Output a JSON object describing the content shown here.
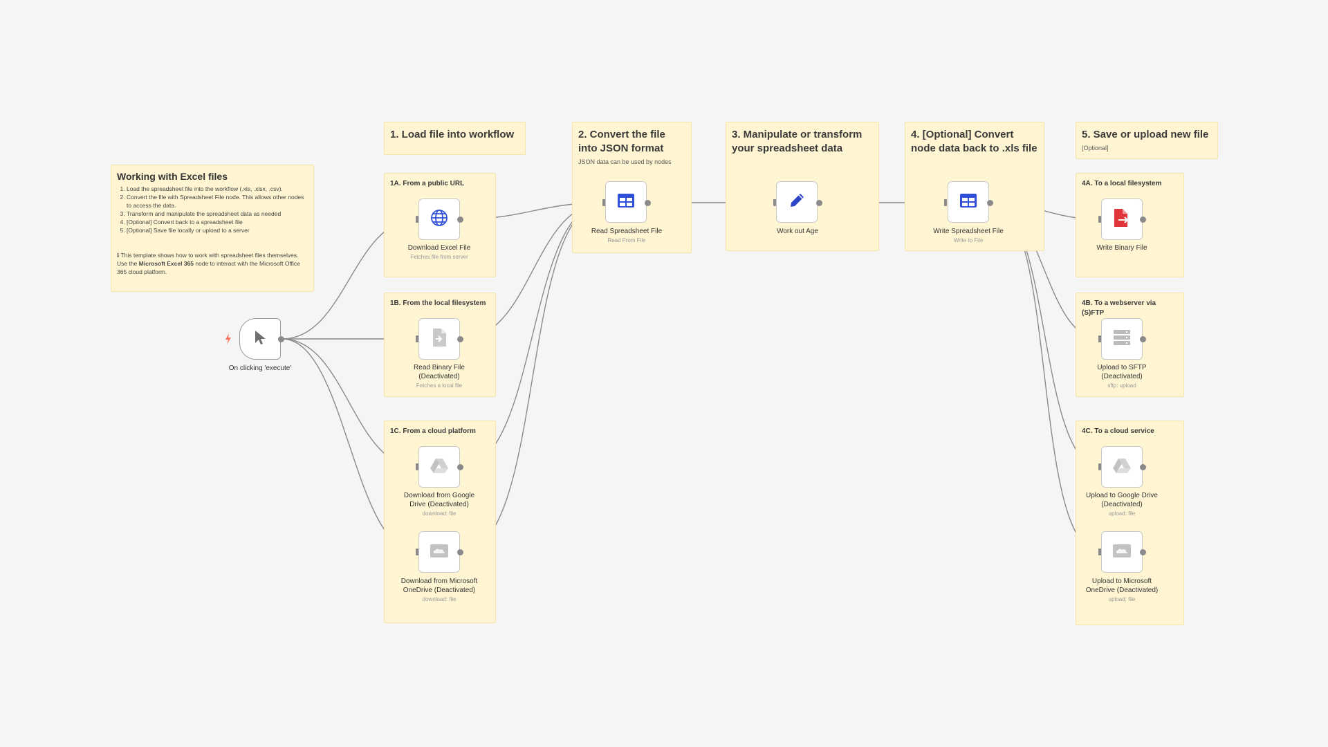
{
  "intro_note": {
    "title": "Working with Excel files",
    "steps": [
      "Load the spreadsheet file into the workflow (.xls, .xlsx, .csv).",
      "Convert the file with Spreadsheet File node. This allows other nodes to access the data.",
      "Transform and manipulate the spreadsheet data as needed",
      "[Optional] Convert back to a spreadsheet file",
      "[Optional] Save file locally or upload to a server"
    ],
    "info_prefix": "ℹ This template shows how to work with spreadsheet files themselves. Use the ",
    "info_bold": "Microsoft Excel 365",
    "info_suffix": " node to interact with the Microsoft Office 365 cloud platform."
  },
  "section_notes": [
    {
      "title": "1. Load file into workflow",
      "sub": ""
    },
    {
      "title": "2. Convert the file into JSON format",
      "sub": "JSON data can be used by nodes"
    },
    {
      "title": "3. Manipulate or transform your spreadsheet data",
      "sub": ""
    },
    {
      "title": "4. [Optional] Convert node data back to .xls file",
      "sub": ""
    },
    {
      "title": "5. Save or upload new file",
      "sub": "[Optional]"
    }
  ],
  "group_notes": {
    "g1a": "1A. From a public URL",
    "g1b": "1B. From the local filesystem",
    "g1c": "1C. From a cloud platform",
    "g4a": "4A. To a local filesystem",
    "g4b": "4B. To a webserver via (S)FTP",
    "g4c": "4C. To a cloud service"
  },
  "nodes": {
    "trigger": {
      "label": "On clicking 'execute'",
      "sub": "",
      "icon": "cursor-icon"
    },
    "download_excel": {
      "label": "Download Excel File",
      "sub": "Fetches file from server",
      "icon": "globe-icon"
    },
    "read_binary": {
      "label": "Read Binary File (Deactivated)",
      "sub": "Fetches a local file",
      "icon": "file-import-icon"
    },
    "gdrive_download": {
      "label": "Download from Google Drive (Deactivated)",
      "sub": "download: file",
      "icon": "google-drive-icon"
    },
    "onedrive_download": {
      "label": "Download from Microsoft OneDrive (Deactivated)",
      "sub": "download: file",
      "icon": "onedrive-icon"
    },
    "read_spreadsheet": {
      "label": "Read Spreadsheet File",
      "sub": "Read From File",
      "icon": "table-icon"
    },
    "work_out_age": {
      "label": "Work out Age",
      "sub": "",
      "icon": "pencil-icon"
    },
    "write_spreadsheet": {
      "label": "Write Spreadsheet File",
      "sub": "Write to File",
      "icon": "table-icon"
    },
    "write_binary": {
      "label": "Write Binary File",
      "sub": "",
      "icon": "file-export-icon"
    },
    "upload_sftp": {
      "label": "Upload to SFTP (Deactivated)",
      "sub": "sftp: upload",
      "icon": "server-icon"
    },
    "gdrive_upload": {
      "label": "Upload to Google Drive (Deactivated)",
      "sub": "upload: file",
      "icon": "google-drive-icon"
    },
    "onedrive_upload": {
      "label": "Upload to Microsoft OneDrive (Deactivated)",
      "sub": "upload: file",
      "icon": "onedrive-icon"
    }
  },
  "colors": {
    "note_bg": "#fff5d3",
    "edge": "#8a8a8a",
    "table_icon": "#2f4fd9",
    "pencil_icon": "#2e44c7",
    "write_binary_icon": "#e0353a",
    "trigger_bolt": "#ff6d5a"
  }
}
